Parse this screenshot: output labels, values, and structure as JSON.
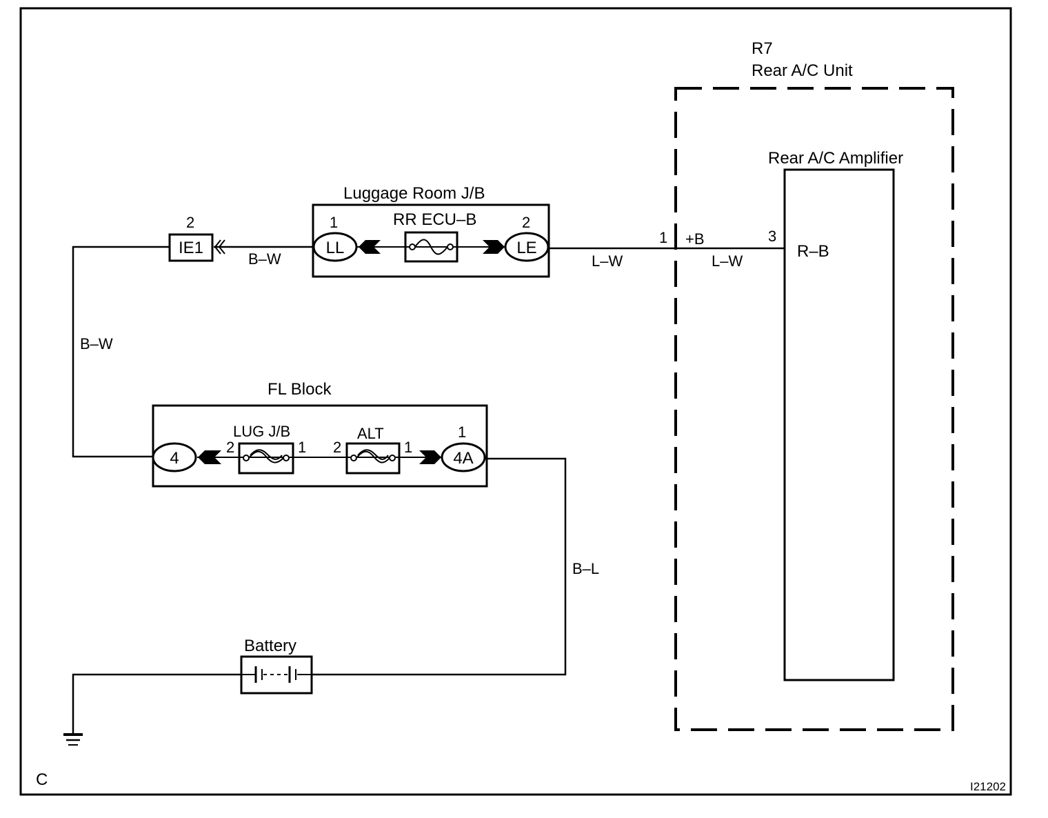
{
  "diagram": {
    "corner_label": "C",
    "figure_id": "I21202",
    "colors": {
      "line": "#000000",
      "background": "#ffffff"
    },
    "wires": {
      "b_w_top": "B–W",
      "b_w_left": "B–W",
      "l_w_outer": "L–W",
      "l_w_inner": "L–W",
      "b_l": "B–L"
    },
    "connector_ie1": {
      "label": "IE1",
      "pin": "2"
    },
    "luggage_jb": {
      "title": "Luggage Room J/B",
      "fuse": "RR ECU–B",
      "left_terminal": {
        "label": "LL",
        "pin": "1"
      },
      "right_terminal": {
        "label": "LE",
        "pin": "2"
      }
    },
    "fl_block": {
      "title": "FL Block",
      "left_terminal": {
        "label": "4"
      },
      "right_terminal": {
        "label": "4A",
        "pin": "1"
      },
      "fuse_lug": {
        "label": "LUG J/B",
        "pin_left": "2",
        "pin_right": "1"
      },
      "fuse_alt": {
        "label": "ALT",
        "pin_left": "2",
        "pin_right": "1"
      }
    },
    "battery": {
      "label": "Battery"
    },
    "rear_ac_unit": {
      "code": "R7",
      "title": "Rear A/C Unit",
      "pin": "1",
      "pin_name": "+B",
      "amplifier": {
        "title": "Rear A/C Amplifier",
        "pin": "3",
        "terminal": "R–B"
      }
    }
  }
}
